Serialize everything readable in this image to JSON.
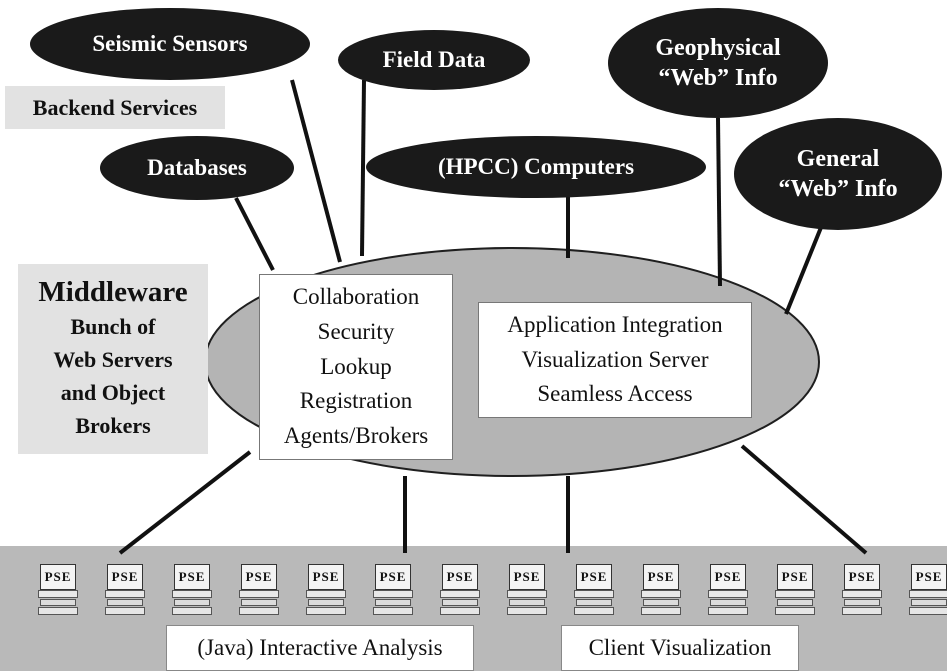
{
  "backend": {
    "label": "Backend Services",
    "nodes": [
      {
        "key": "seismic",
        "label": "Seismic Sensors"
      },
      {
        "key": "field",
        "label": "Field Data"
      },
      {
        "key": "geophysical",
        "label": "Geophysical\n“Web” Info"
      },
      {
        "key": "databases",
        "label": "Databases"
      },
      {
        "key": "hpcc",
        "label": "(HPCC) Computers"
      },
      {
        "key": "general",
        "label": "General\n“Web” Info"
      }
    ]
  },
  "middleware": {
    "title": "Middleware",
    "subtitle_lines": [
      "Bunch of",
      "Web Servers",
      "and Object",
      "Brokers"
    ],
    "services_left": [
      "Collaboration",
      "Security",
      "Lookup",
      "Registration",
      "Agents/Brokers"
    ],
    "services_right": [
      "Application Integration",
      "Visualization Server",
      "Seamless Access"
    ]
  },
  "clients": {
    "pse_label": "PSE",
    "pse_count": 14,
    "labels": [
      "(Java) Interactive Analysis",
      "Client Visualization"
    ]
  },
  "colors": {
    "oval_fill": "#1a1a1a",
    "middleware_ellipse": "#b4b4b4",
    "client_band": "#b9b9b9",
    "label_box": "#e2e2e2"
  }
}
